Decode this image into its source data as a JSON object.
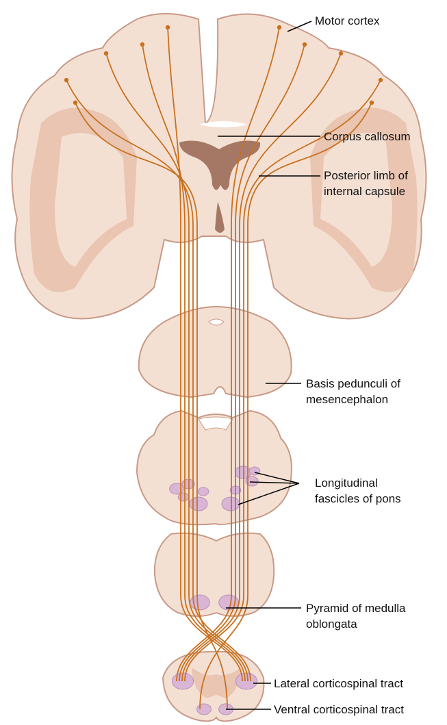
{
  "labels": {
    "motor_cortex": "Motor cortex",
    "corpus_callosum": "Corpus callosum",
    "posterior_limb_1": "Posterior limb of",
    "posterior_limb_2": "internal capsule",
    "basis_1": "Basis pedunculi of",
    "basis_2": "mesencephalon",
    "long_1": "Longitudinal",
    "long_2": "fascicles of pons",
    "pyramid_1": "Pyramid of medulla",
    "pyramid_2": "oblongata",
    "lateral": "Lateral corticospinal tract",
    "ventral": "Ventral corticospinal tract"
  },
  "colors": {
    "tissue_light": "#f4e0d3",
    "tissue_dark": "#e9c5b2",
    "outline": "#c79a87",
    "ventricle": "#a57865",
    "fiber": "#c8701e",
    "tract": "#d9b6d6"
  }
}
